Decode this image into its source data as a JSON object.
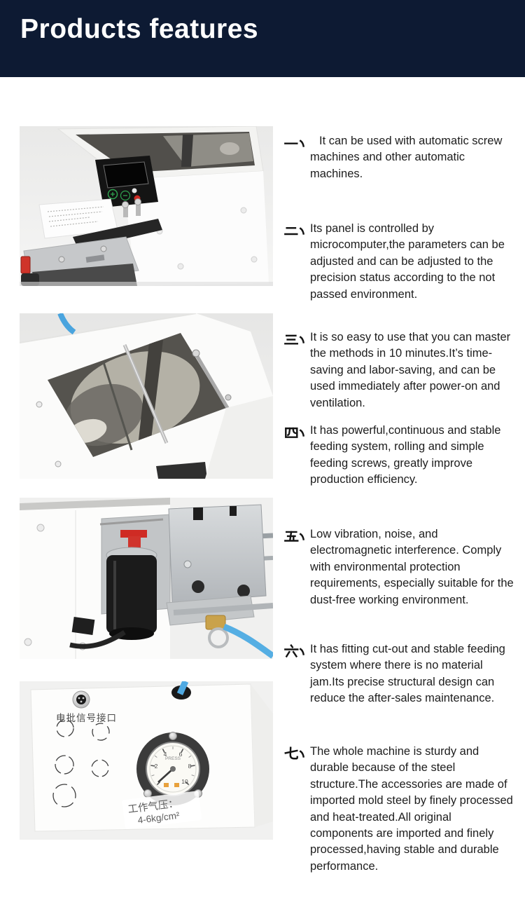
{
  "header": {
    "title": "Products features",
    "bg_color": "#0d1a33",
    "text_color": "#ffffff"
  },
  "features": {
    "items": [
      {
        "marker": "一、",
        "text": "It can be used with automatic screw machines and other automatic machines."
      },
      {
        "marker": "二、",
        "text": "Its panel is controlled by microcomputer,the parameters can be adjusted and can be adjusted to the precision status according to the not passed environment."
      },
      {
        "marker": "三、",
        "text": "It is so easy to use that you can master the methods in 10 minutes.It’s time-saving and labor-saving, and can be used immediately after power-on and ventilation."
      },
      {
        "marker": "四、",
        "text": "It has powerful,continuous and stable feeding system, rolling and simple feeding screws, greatly improve production efficiency."
      },
      {
        "marker": "五、",
        "text": "Low vibration, noise, and electromagnetic interference. Comply with environmental protection requirements, especially suitable for the dust-free working environment."
      },
      {
        "marker": "六、",
        "text": "It has fitting cut-out and stable feeding system where there is no material jam.Its precise structural design can reduce the after-sales maintenance."
      },
      {
        "marker": "七、",
        "text": "The whole machine is sturdy and durable because of the steel structure.The accessories are made of imported mold steel by finely processed and heat-treated.All original components are imported and finely processed,having stable and durable performance."
      }
    ]
  },
  "photos": {
    "photo1": {
      "alt": "automatic screw feeder machine with control panel"
    },
    "photo2": {
      "alt": "open screw hopper tray with metal rails"
    },
    "photo3": {
      "alt": "close-up of feeding motor mechanism"
    },
    "photo4": {
      "alt": "machine side panel with pressure gauge",
      "connector_label": "电批信号接口",
      "gauge": {
        "dial_text": "PRESS",
        "scale": [
          "2",
          "4",
          "6",
          "8",
          "10"
        ]
      },
      "pressure_label_line1": "工作气压：",
      "pressure_label_line2": "4-6kg/cm²"
    }
  }
}
